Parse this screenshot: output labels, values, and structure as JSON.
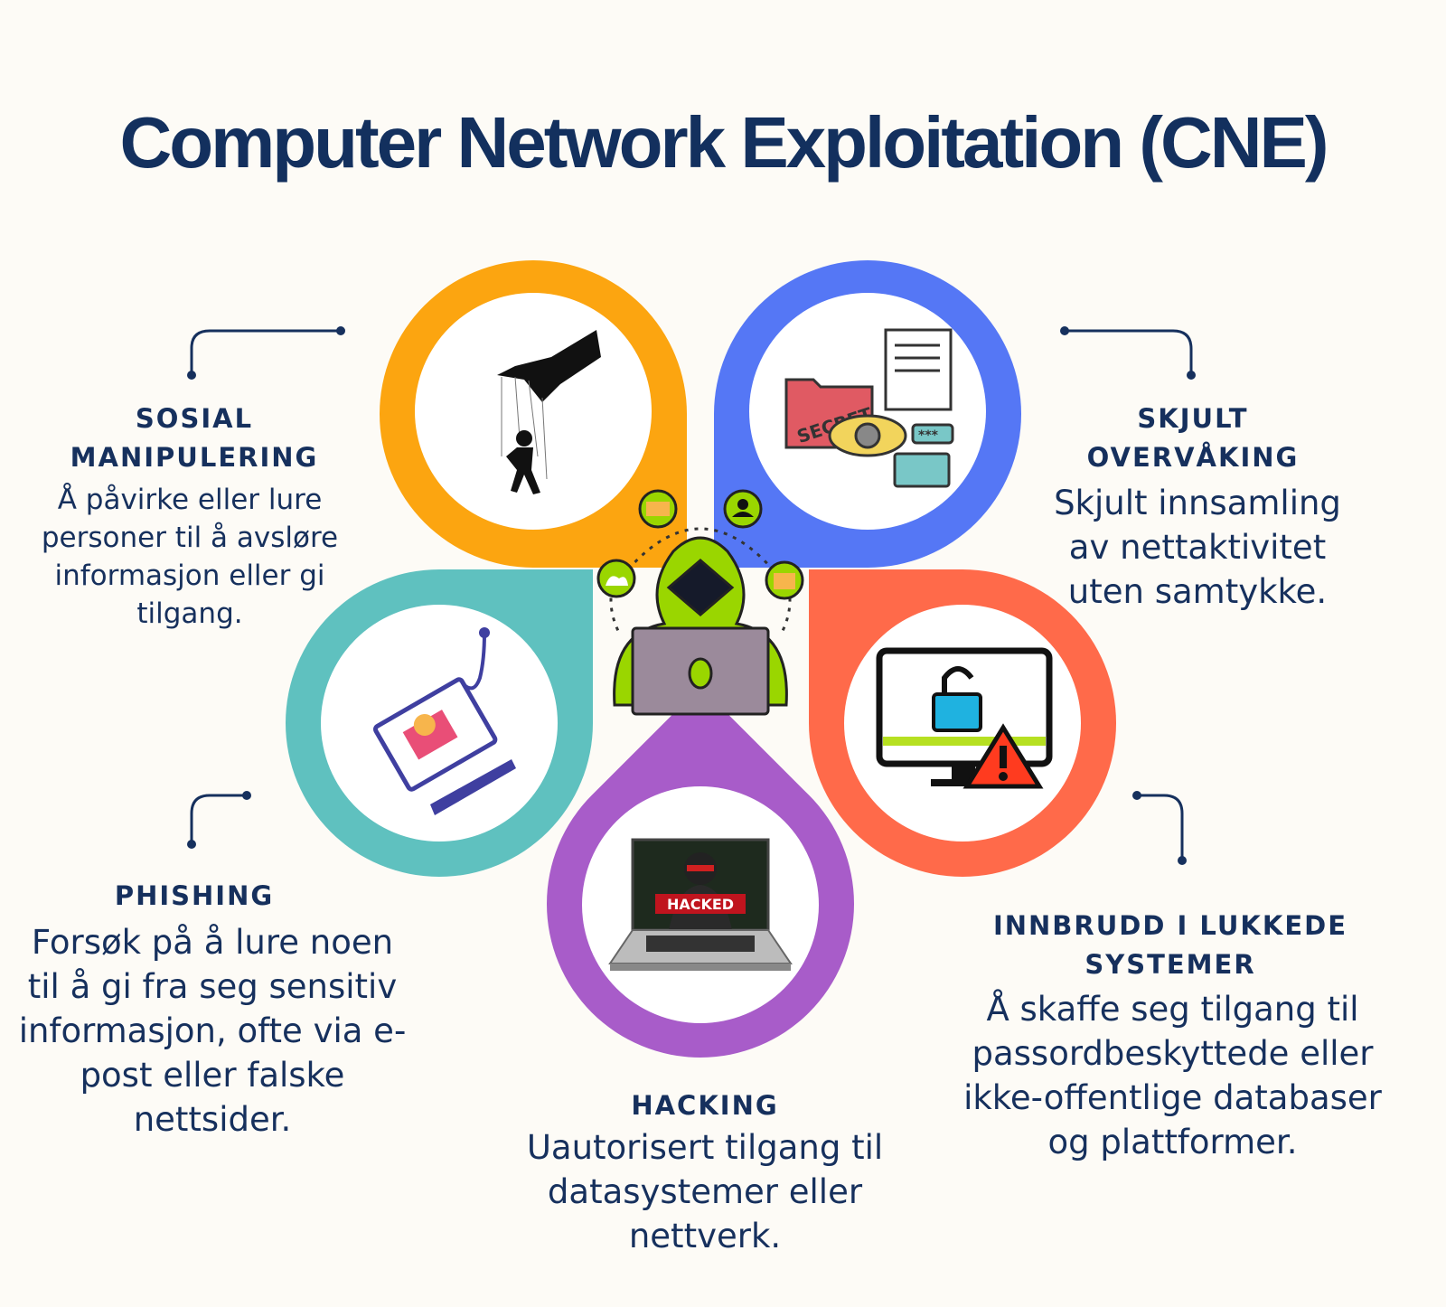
{
  "title": "Computer Network Exploitation (CNE)",
  "sections": {
    "social": {
      "heading": "SOSIAL MANIPULERING",
      "text": "Å påvirke eller lure personer til å avsløre informasjon eller gi tilgang.",
      "color": "#fca510"
    },
    "surveillance": {
      "heading": "SKJULT OVERVÅKING",
      "text": "Skjult innsamling av nettaktivitet uten samtykke.",
      "color": "#5577f5"
    },
    "phishing": {
      "heading": "PHISHING",
      "text": "Forsøk på å lure noen til å gi fra seg sensitiv informasjon, ofte via e-post eller falske nettsider.",
      "color": "#5fc1bf"
    },
    "intrusion": {
      "heading": "INNBRUDD I LUKKEDE SYSTEMER",
      "text": "Å skaffe seg tilgang til passordbeskyttede eller ikke-offentlige databaser og plattformer.",
      "color": "#ff6a4a"
    },
    "hacking": {
      "heading": "HACKING",
      "text": "Uautorisert tilgang til datasystemer eller nettverk.",
      "color": "#a85cc9",
      "badge": "HACKED"
    }
  },
  "icons": {
    "secret_label": "SECRET",
    "password_mask": "***"
  }
}
